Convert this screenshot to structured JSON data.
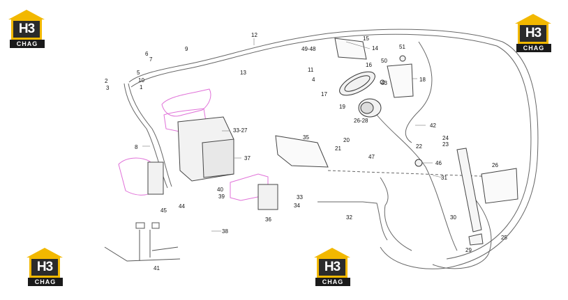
{
  "logo": {
    "mark": "H3",
    "name": "CHAG"
  },
  "callouts": [
    "1",
    "2",
    "3",
    "4",
    "5",
    "6",
    "7",
    "8",
    "9",
    "10",
    "11",
    "12",
    "13",
    "14",
    "15",
    "16",
    "17",
    "18",
    "19",
    "20",
    "21",
    "22",
    "23",
    "24",
    "25",
    "26",
    "26-28",
    "29",
    "30",
    "31",
    "32",
    "33",
    "33-27",
    "34",
    "35",
    "36",
    "37",
    "38",
    "39",
    "40",
    "41",
    "42",
    "43",
    "44",
    "45",
    "46",
    "47",
    "49-48",
    "50",
    "51"
  ],
  "colors": {
    "line": "#555555",
    "accent": "#e070d8",
    "logo_yellow": "#f2b800",
    "logo_dark": "#1a1a1a"
  }
}
